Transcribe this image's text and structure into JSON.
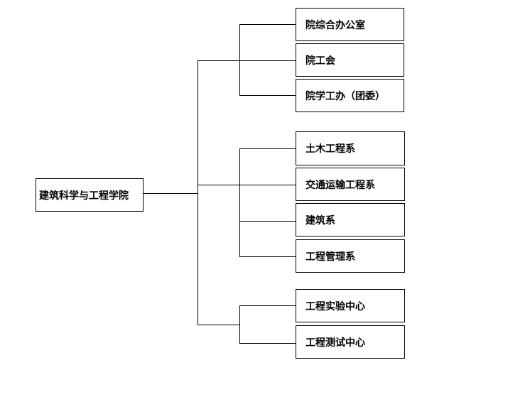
{
  "root": {
    "label": "建筑科学与工程学院"
  },
  "groups": [
    {
      "units": [
        "院综合办公室",
        "院工会",
        "院学工办（团委）"
      ]
    },
    {
      "units": [
        "土木工程系",
        "交通运输工程系",
        "建筑系",
        "工程管理系"
      ]
    },
    {
      "units": [
        "工程实验中心",
        "工程测试中心"
      ]
    }
  ]
}
